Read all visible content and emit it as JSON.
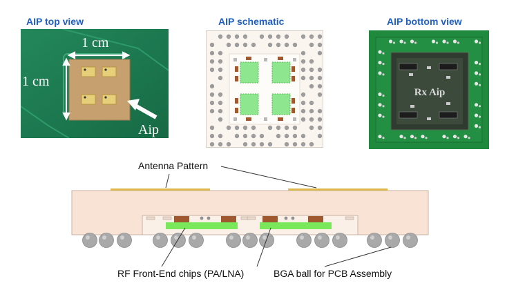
{
  "panels": {
    "top_view": {
      "title": "AIP top view",
      "width_label": "1 cm",
      "height_label": "1 cm",
      "pointer_label": "Aip"
    },
    "schematic": {
      "title": "AIP schematic"
    },
    "bottom_view": {
      "title": "AIP bottom view",
      "chip_marking": "Rx  Aip"
    }
  },
  "cross_section": {
    "labels": {
      "antenna": "Antenna Pattern",
      "chips": "RF Front-End chips (PA/LNA)",
      "bga": "BGA ball for PCB Assembly"
    }
  },
  "colors": {
    "title_blue": "#1f5fbf",
    "pcb_green": "#1e7a52",
    "substrate": "#f8e3d4",
    "antenna_gold": "#d9b74a",
    "chip_green": "#79e85a",
    "pad_brown": "#a0582e",
    "ball_gray": "#a9a9a9"
  }
}
